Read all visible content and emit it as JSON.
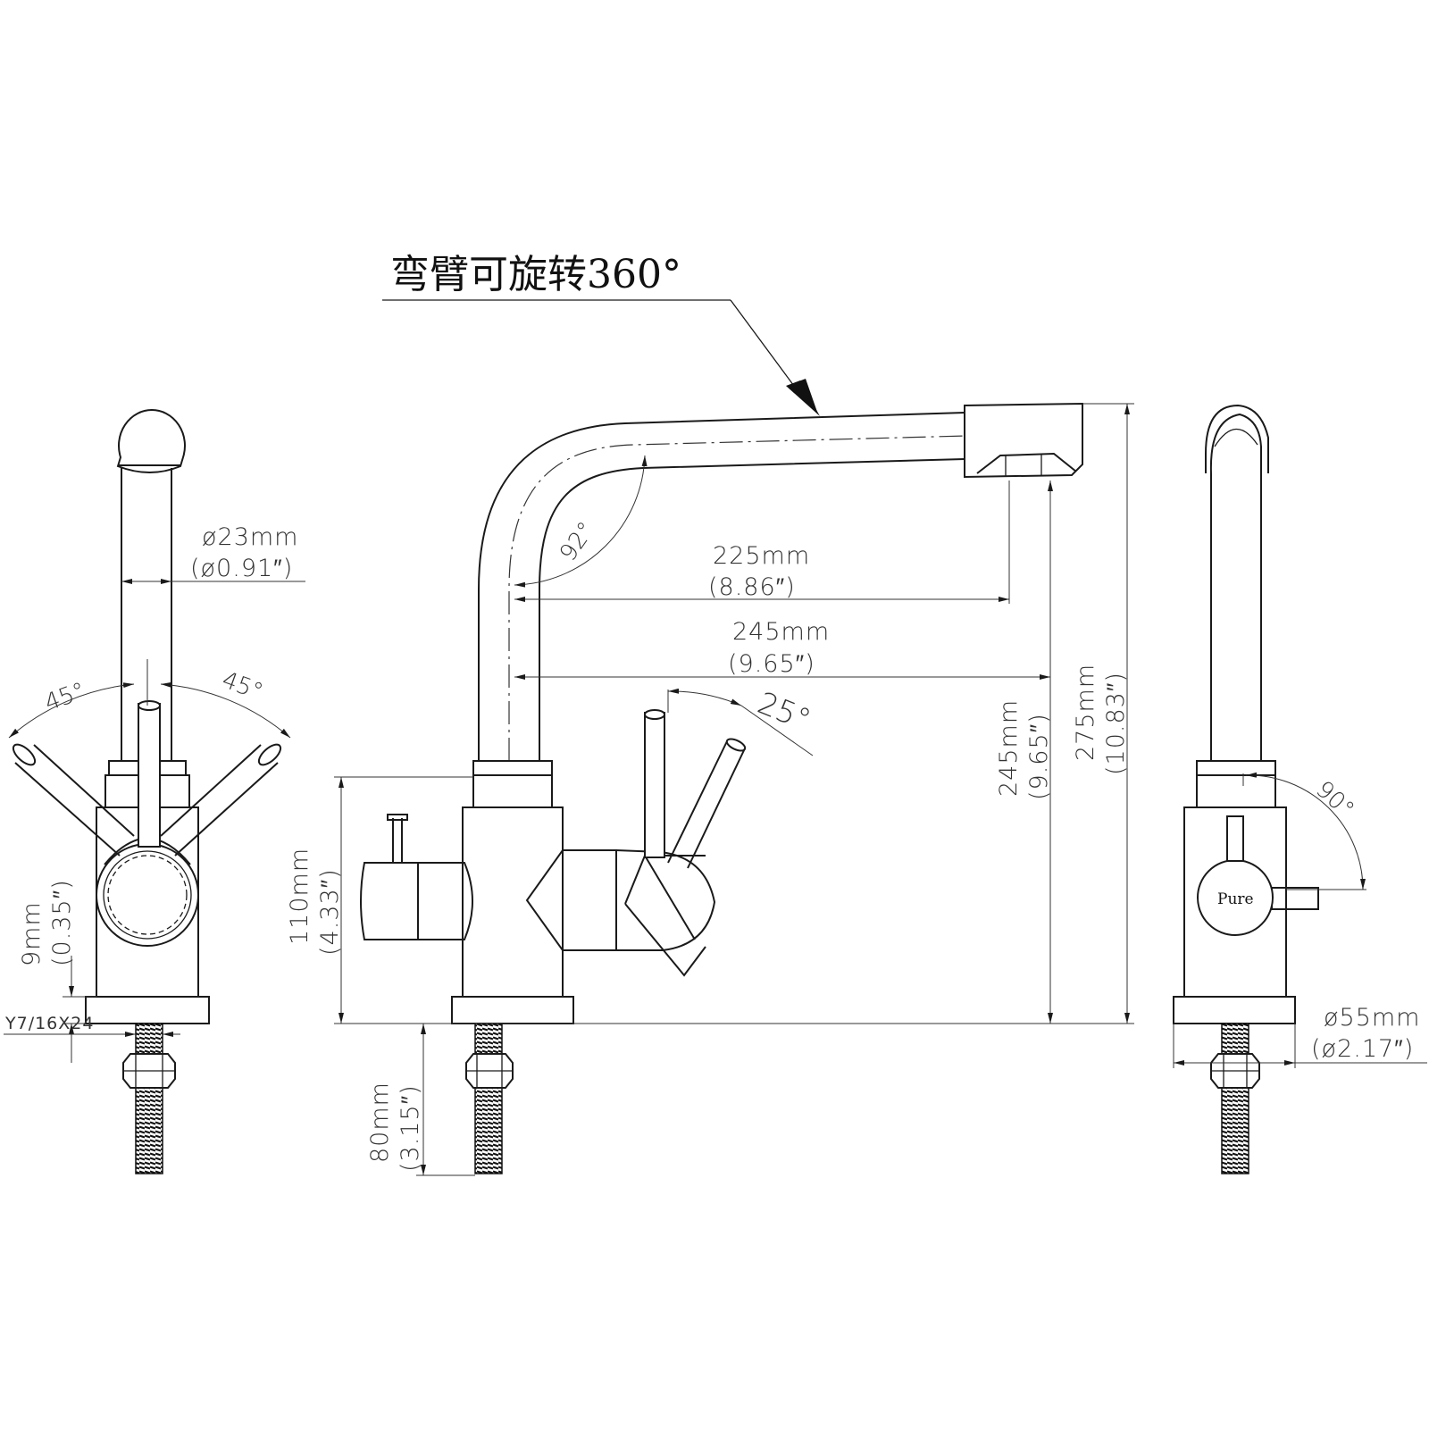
{
  "title": "弯臂可旋转360°",
  "front": {
    "dim_225_mm": "225mm",
    "dim_225_in": "(8.86″)",
    "dim_245_mm": "245mm",
    "dim_245_in": "(9.65″)",
    "dim_110_mm": "110mm",
    "dim_110_in": "(4.33″)",
    "dim_80_mm": "80mm",
    "dim_80_in": "(3.15″)",
    "dim_v245_mm": "245mm",
    "dim_v245_in": "(9.65″)",
    "dim_275_mm": "275mm",
    "dim_275_in": "(10.83″)",
    "angle_spout": "92°",
    "angle_handle": "25°"
  },
  "left_view": {
    "dim_23_mm": "ø23mm",
    "dim_23_in": "(ø0.91″)",
    "angle_left": "45°",
    "angle_right": "45°",
    "dim_9_mm": "9mm",
    "dim_9_in": "(0.35″)",
    "thread": "Y7/16X24"
  },
  "right_view": {
    "label": "Pure",
    "angle": "90°",
    "dim_55_mm": "ø55mm",
    "dim_55_in": "(ø2.17″)"
  }
}
